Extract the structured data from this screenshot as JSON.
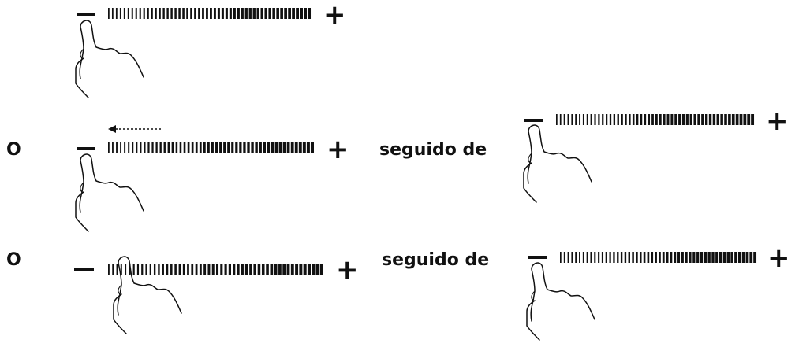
{
  "labels": {
    "or_1": "O",
    "or_2": "O",
    "followed_by_1": "seguido de",
    "followed_by_2": "seguido de"
  },
  "glyphs": {
    "minus": "−",
    "plus": "+"
  },
  "colors": {
    "ink": "#111111",
    "background": "#ffffff"
  },
  "icons": [
    "pointing-hand-icon",
    "dashed-left-arrow-icon"
  ],
  "bar_segments": 52
}
